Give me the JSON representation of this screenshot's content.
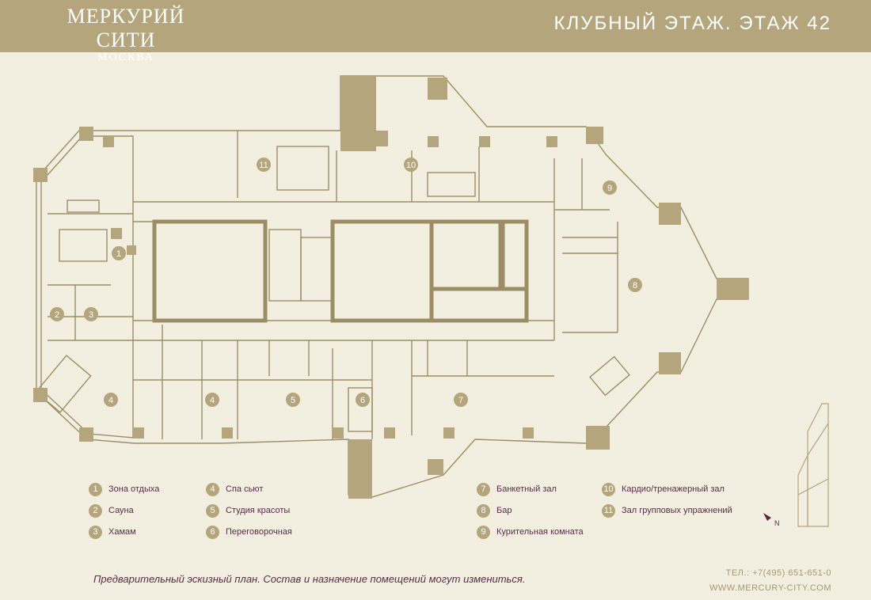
{
  "header": {
    "brand_title": "МЕРКУРИЙ СИТИ",
    "brand_subtitle": "МОСКВА",
    "floor_title": "КЛУБНЫЙ ЭТАЖ. ЭТАЖ 42"
  },
  "colors": {
    "accent": "#b5a57c",
    "background": "#f3efe0",
    "text": "#5a2a4a",
    "line": "#9c8d66"
  },
  "plan_markers": [
    "1",
    "2",
    "3",
    "4",
    "4",
    "5",
    "6",
    "7",
    "8",
    "9",
    "10",
    "11"
  ],
  "legend": [
    {
      "num": "1",
      "label": "Зона отдыха"
    },
    {
      "num": "2",
      "label": "Сауна"
    },
    {
      "num": "3",
      "label": "Хамам"
    },
    {
      "num": "4",
      "label": "Спа сьют"
    },
    {
      "num": "5",
      "label": "Студия красоты"
    },
    {
      "num": "6",
      "label": "Переговорочная"
    },
    {
      "num": "7",
      "label": "Банкетный зал"
    },
    {
      "num": "8",
      "label": "Бар"
    },
    {
      "num": "9",
      "label": "Курительная комната"
    },
    {
      "num": "10",
      "label": "Кардио/тренажерный зал"
    },
    {
      "num": "11",
      "label": "Зал групповых упражнений"
    }
  ],
  "compass": "N",
  "footer": {
    "note": "Предварительный эскизный план. Состав и назначение помещений могут измениться.",
    "phone": "ТЕЛ.: +7(495) 651-651-0",
    "website": "WWW.MERCURY-CITY.COM"
  }
}
